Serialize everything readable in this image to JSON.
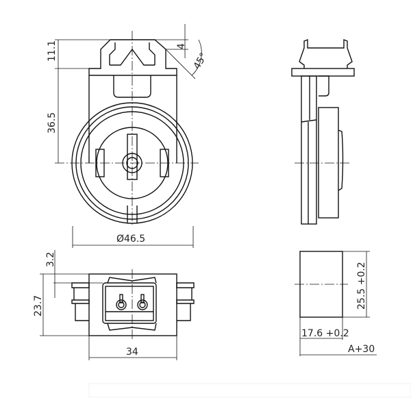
{
  "drawing": {
    "front_view": {
      "dim_clip_height": "11.1",
      "dim_center_height": "36.5",
      "dim_tab": "4",
      "dim_angle": "45°",
      "dim_diameter": "Ø46.5"
    },
    "side_view": {},
    "bottom_view": {
      "dim_offset": "3.2",
      "dim_height": "23.7",
      "dim_width": "34"
    },
    "cutout_view": {
      "dim_height": "25.5 +0.2",
      "dim_width": "17.6 +0.2",
      "dim_depth": "A+30"
    }
  }
}
